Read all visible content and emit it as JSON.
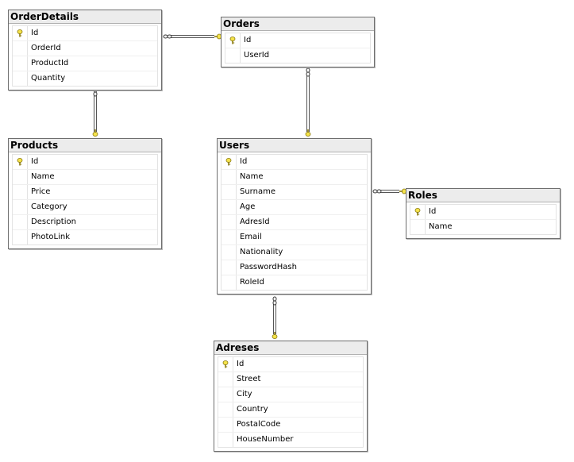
{
  "icons": {
    "primary_key": "key-icon",
    "one_end": "key-icon",
    "many_end": "infinity-icon"
  },
  "colors": {
    "key_fill": "#f5e34a",
    "key_stroke": "#8a7a10",
    "border": "#6e6e6e",
    "header": "#ececec"
  },
  "tables": [
    {
      "id": "orderdetails",
      "name": "OrderDetails",
      "columns": [
        {
          "name": "Id",
          "pk": true
        },
        {
          "name": "OrderId"
        },
        {
          "name": "ProductId"
        },
        {
          "name": "Quantity"
        }
      ]
    },
    {
      "id": "orders",
      "name": "Orders",
      "columns": [
        {
          "name": "Id",
          "pk": true
        },
        {
          "name": "UserId"
        }
      ]
    },
    {
      "id": "products",
      "name": "Products",
      "columns": [
        {
          "name": "Id",
          "pk": true
        },
        {
          "name": "Name"
        },
        {
          "name": "Price"
        },
        {
          "name": "Category"
        },
        {
          "name": "Description"
        },
        {
          "name": "PhotoLink"
        }
      ]
    },
    {
      "id": "users",
      "name": "Users",
      "columns": [
        {
          "name": "Id",
          "pk": true
        },
        {
          "name": "Name"
        },
        {
          "name": "Surname"
        },
        {
          "name": "Age"
        },
        {
          "name": "AdresId"
        },
        {
          "name": "Email"
        },
        {
          "name": "Nationality"
        },
        {
          "name": "PasswordHash"
        },
        {
          "name": "RoleId"
        }
      ]
    },
    {
      "id": "roles",
      "name": "Roles",
      "columns": [
        {
          "name": "Id",
          "pk": true
        },
        {
          "name": "Name"
        }
      ]
    },
    {
      "id": "adreses",
      "name": "Adreses",
      "columns": [
        {
          "name": "Id",
          "pk": true
        },
        {
          "name": "Street"
        },
        {
          "name": "City"
        },
        {
          "name": "Country"
        },
        {
          "name": "PostalCode"
        },
        {
          "name": "HouseNumber"
        }
      ]
    }
  ],
  "relationships": [
    {
      "id": "orderdetails-orders",
      "many": "orderdetails",
      "one": "orders"
    },
    {
      "id": "orderdetails-products",
      "many": "orderdetails",
      "one": "products"
    },
    {
      "id": "orders-users",
      "many": "orders",
      "one": "users"
    },
    {
      "id": "users-roles",
      "many": "users",
      "one": "roles"
    },
    {
      "id": "users-adreses",
      "many": "users",
      "one": "adreses"
    }
  ]
}
